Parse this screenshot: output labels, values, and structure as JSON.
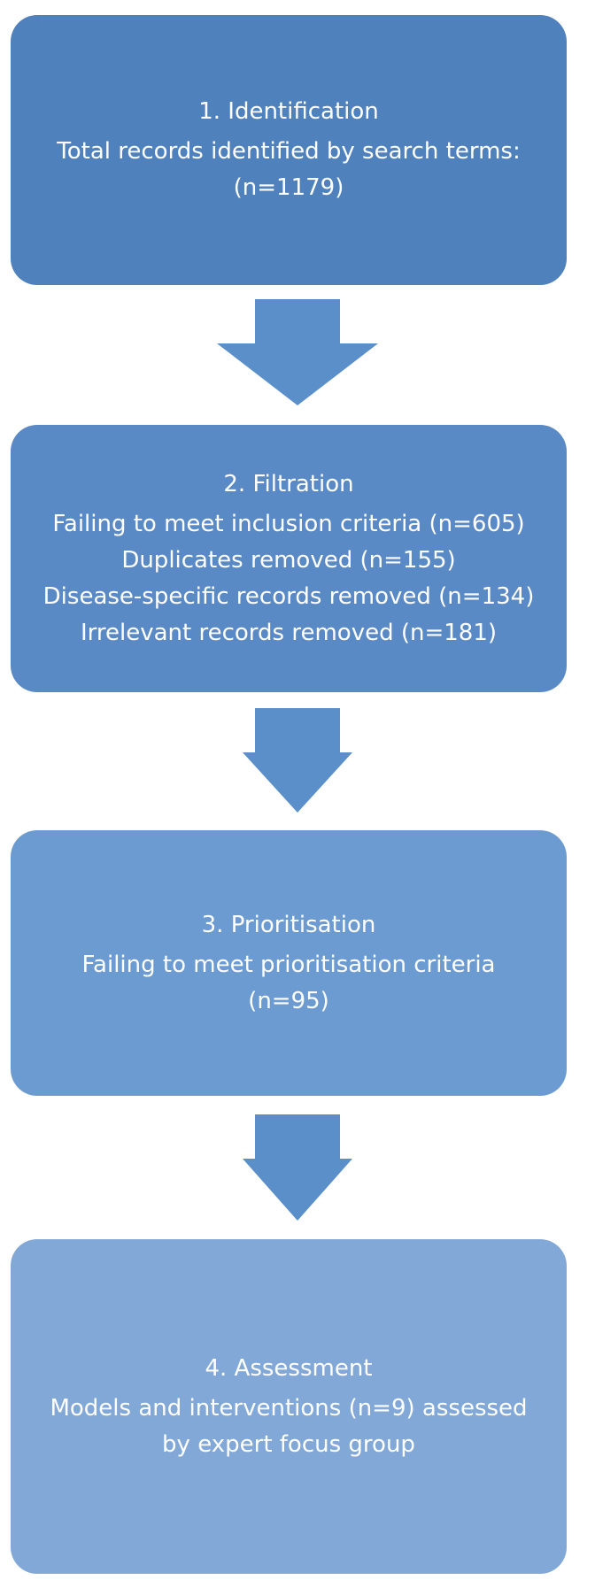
{
  "stages": [
    {
      "title": "1. Identification",
      "lines": [
        "Total records identified by search terms:",
        "(n=1179)"
      ]
    },
    {
      "title": "2. Filtration",
      "lines": [
        "Failing to meet inclusion criteria (n=605)",
        "Duplicates removed (n=155)",
        "Disease-specific records removed (n=134)",
        "Irrelevant records removed (n=181)"
      ]
    },
    {
      "title": "3. Prioritisation",
      "lines": [
        "Failing to meet prioritisation criteria",
        "(n=95)"
      ]
    },
    {
      "title": "4. Assessment",
      "lines": [
        "Models and interventions (n=9) assessed",
        "by expert focus group"
      ]
    }
  ],
  "colors": {
    "stage_1": "#4f81bd",
    "stage_2": "#5a8ac6",
    "stage_3": "#6c9bd1",
    "stage_4": "#82a8d8",
    "arrow": "#5b8fca",
    "text": "#ffffff"
  },
  "icons": [
    "arrow-down-icon"
  ]
}
